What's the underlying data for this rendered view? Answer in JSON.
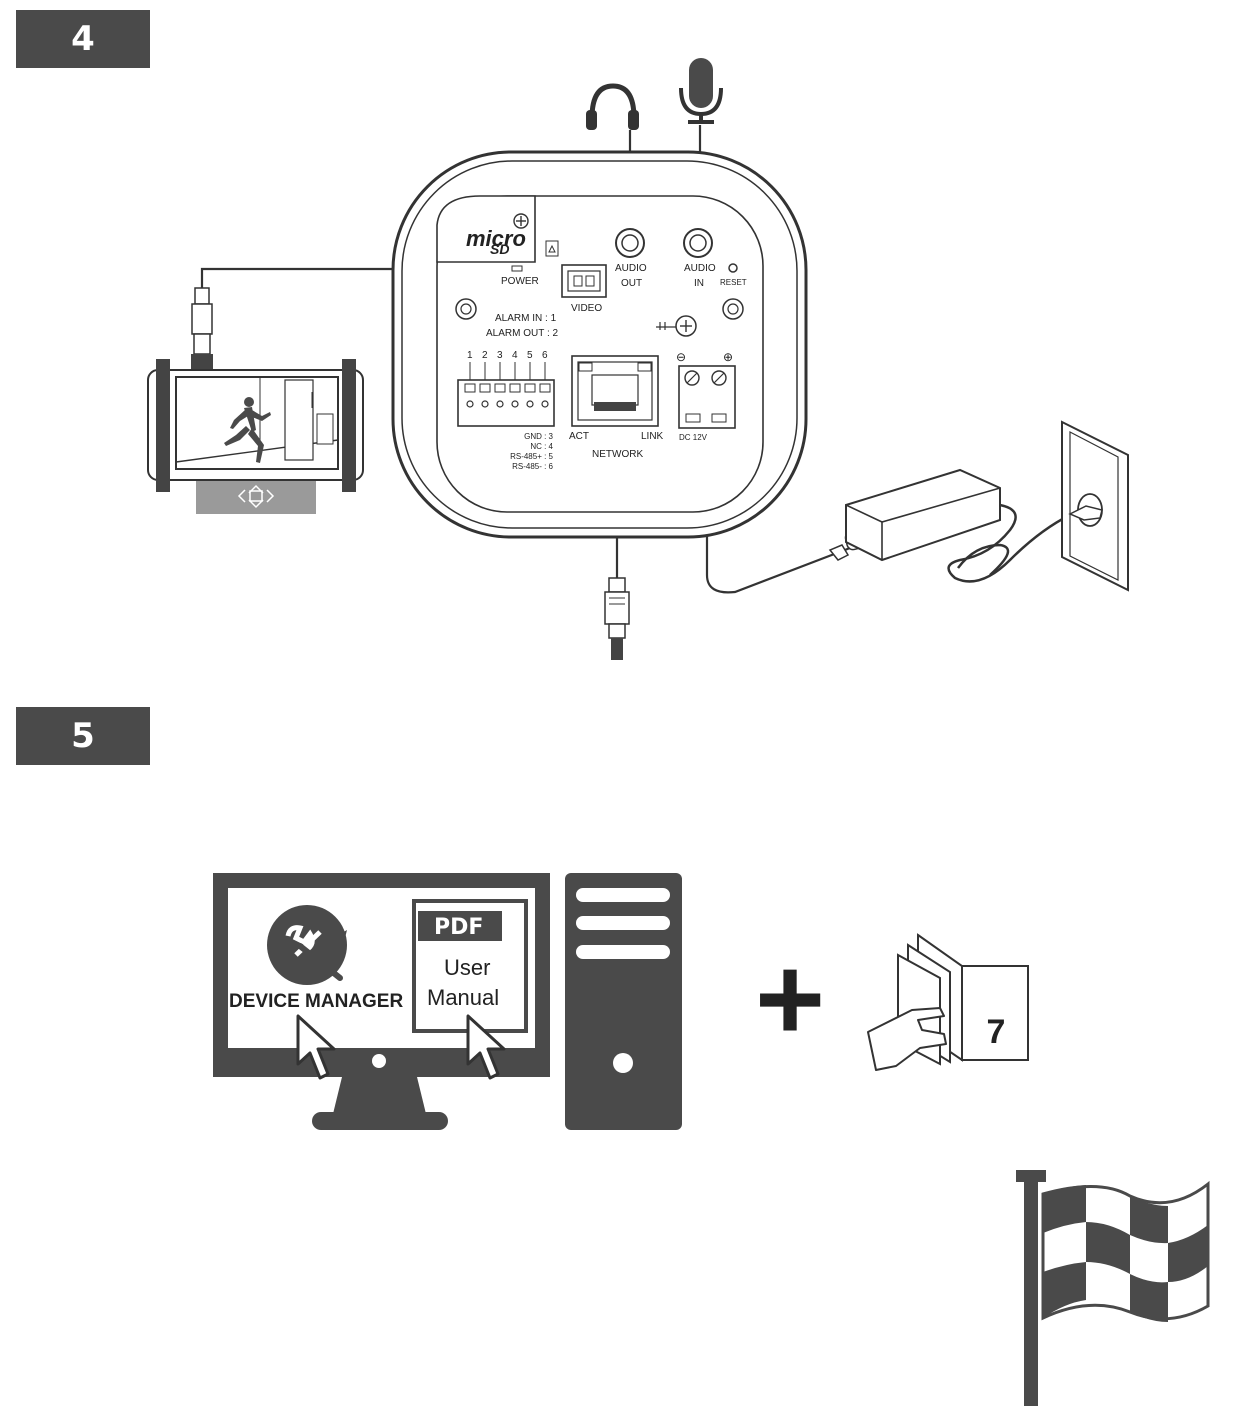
{
  "steps": [
    {
      "number": "4"
    },
    {
      "number": "5"
    }
  ],
  "camera": {
    "microsd": {
      "line1": "micro",
      "line2": "SD"
    },
    "ports": {
      "power": "POWER",
      "video": "VIDEO",
      "audio_out": [
        "AUDIO",
        "OUT"
      ],
      "audio_in": [
        "AUDIO",
        "IN"
      ],
      "reset": "RESET",
      "alarm_in": "ALARM IN : 1",
      "alarm_out": "ALARM OUT : 2",
      "pins": [
        "1",
        "2",
        "3",
        "4",
        "5",
        "6"
      ],
      "pin_legend": [
        "GND : 3",
        "NC : 4",
        "RS-485+ : 5",
        "RS-485- : 6"
      ],
      "act": "ACT",
      "link": "LINK",
      "network": "NETWORK",
      "dc": "DC 12V",
      "minus": "⊖",
      "plus": "⊕"
    }
  },
  "software": {
    "device_manager_label": "DEVICE MANAGER",
    "pdf_tag": "PDF",
    "manual_line1": "User",
    "manual_line2": "Manual",
    "plus_sign": "+",
    "page_number": "7"
  },
  "icons": [
    "headphones-icon",
    "microphone-icon",
    "monitor-icon",
    "bnc-connector-icon",
    "rj45-connector-icon",
    "power-adapter-icon",
    "wall-outlet-icon",
    "device-manager-icon",
    "pdf-manual-icon",
    "computer-tower-icon",
    "cursor-icon",
    "book-icon",
    "checkered-flag-icon"
  ],
  "colors": {
    "dark": "#4a4a4a",
    "badge_text": "#ffffff",
    "line": "#333333"
  }
}
